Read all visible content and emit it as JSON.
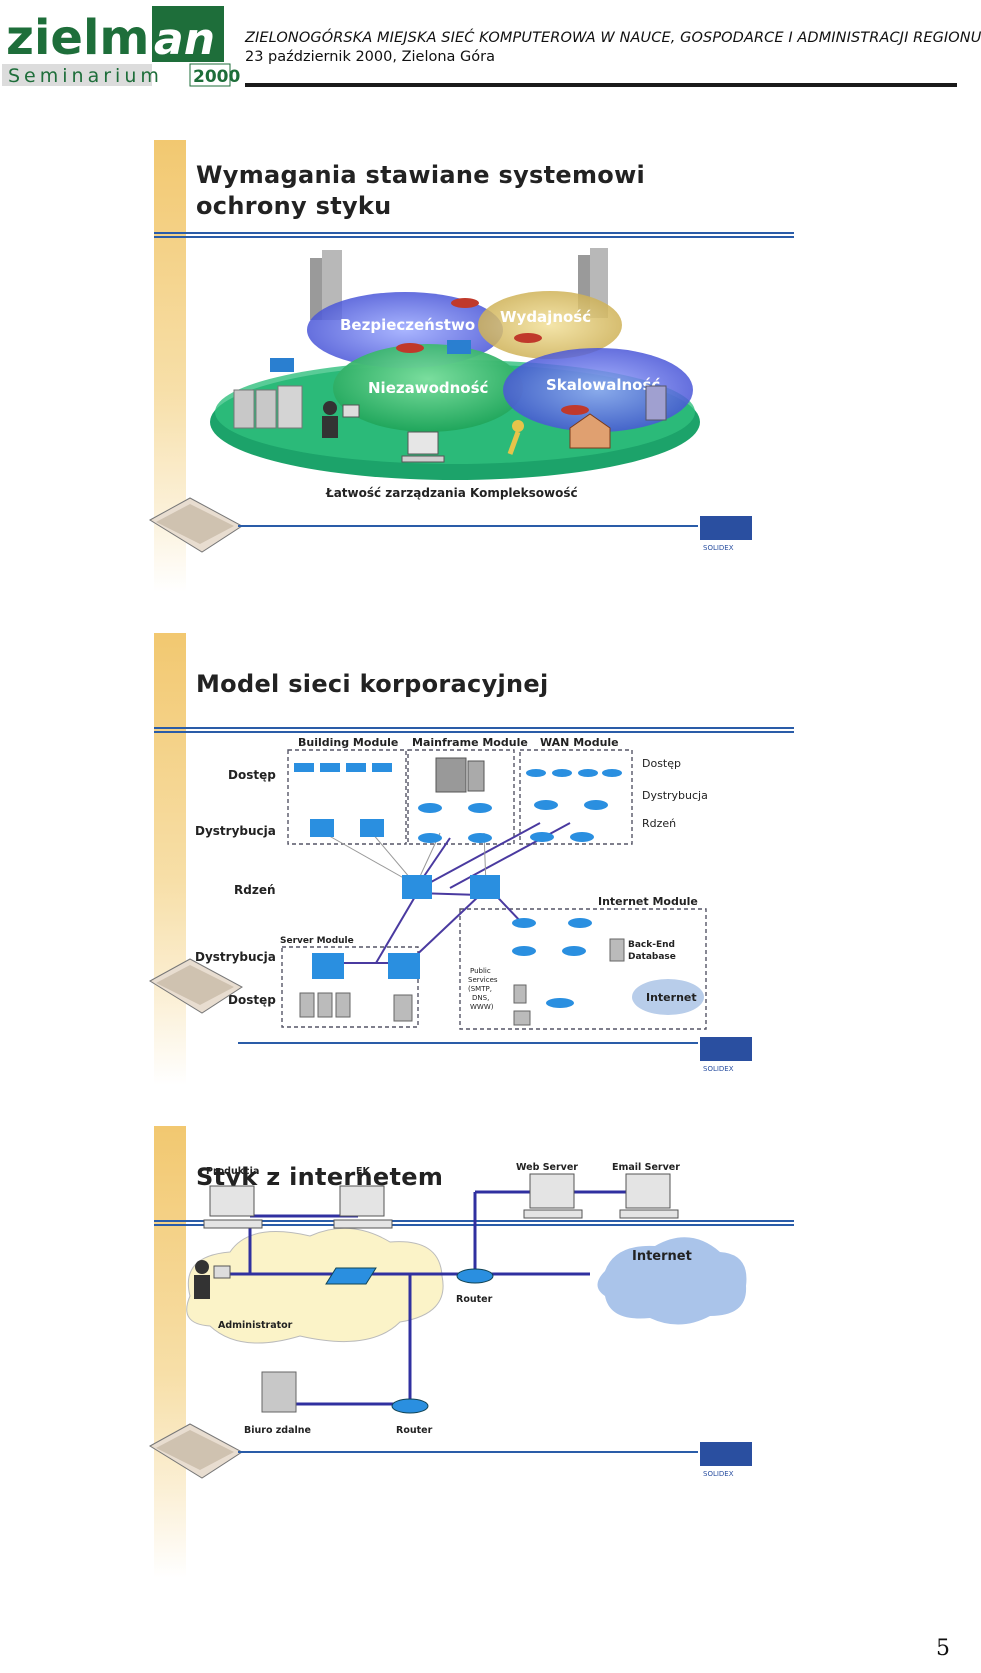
{
  "header": {
    "logo_main": "zielm",
    "logo_an": "an",
    "logo_sub": "Seminarium",
    "logo_year": "2000",
    "line1": "ZIELONOGÓRSKA MIEJSKA SIEĆ KOMPUTEROWA W NAUCE, GOSPODARCE I ADMINISTRACJI REGIONU",
    "line2": "23 październik 2000, Zielona Góra"
  },
  "slide1": {
    "title_line1": "Wymagania stawiane systemowi",
    "title_line2": "ochrony styku",
    "bubbles": [
      "Bezpieczeństwo",
      "Wydajność",
      "Niezawodność",
      "Skalowalność"
    ],
    "caption": "Łatwość zarządzania Kompleksowość",
    "brand": "SOLIDEX"
  },
  "slide2": {
    "title": "Model sieci korporacyjnej",
    "modules": [
      "Building Module",
      "Mainframe Module",
      "WAN Module",
      "Internet Module",
      "Server Module"
    ],
    "left_labels": [
      "Dostęp",
      "Dystrybucja",
      "Rdzeń",
      "Dystrybucja",
      "Dostęp"
    ],
    "right_labels": [
      "Dostęp",
      "Dystrybucja",
      "Rdzeń"
    ],
    "backend": [
      "Back-End",
      "Database"
    ],
    "public_services": [
      "Public",
      "Services",
      "(SMTP,",
      "DNS,",
      "WWW)"
    ],
    "internet": "Internet",
    "brand": "SOLIDEX"
  },
  "slide3": {
    "title": "Styk z internetem",
    "labels": {
      "produkcja": "Produkcja",
      "fk": "FK",
      "web_server": "Web Server",
      "email_server": "Email Server",
      "internet": "Internet",
      "router1": "Router",
      "administrator": "Administrator",
      "biuro": "Biuro zdalne",
      "router2": "Router"
    },
    "brand": "SOLIDEX"
  },
  "page_number": "5"
}
